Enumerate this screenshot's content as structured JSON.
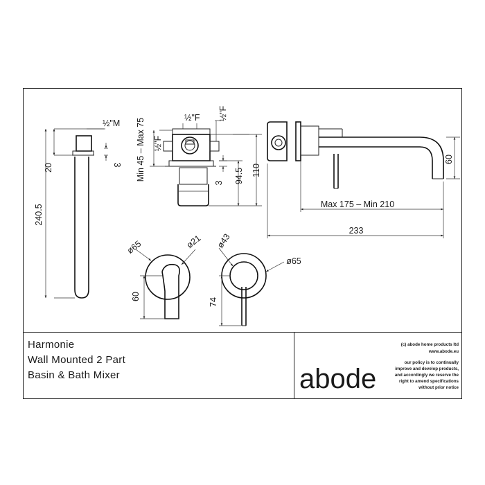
{
  "title_block": {
    "line1": "Harmonie",
    "line2": "Wall Mounted 2 Part",
    "line3": "Basin & Bath Mixer"
  },
  "brand": "abode",
  "company": {
    "copyright": "(c) abode home products ltd",
    "website": "www.abode.eu",
    "policy": [
      "our policy is to continually",
      "improve and develop products,",
      "and accordingly we reserve the",
      "right to amend specifications",
      "without prior notice"
    ]
  },
  "dimensions": {
    "spout_thread": "½\"M",
    "spout_length": "240.5",
    "spout_20": "20",
    "spout_3": "3",
    "body_top_thread": "½\"F",
    "body_side_thread_right": "½\"F",
    "body_side_thread_left": "½\"F",
    "body_depth_range": "Min 45 – Max 75",
    "body_3": "3",
    "body_94_5": "94.5",
    "body_110": "110",
    "mixer_60": "60",
    "mixer_reach": "Max 175 – Min 210",
    "mixer_233": "233",
    "lever_plate_dia": "ø65",
    "lever_dia": "ø21",
    "lever_60": "60",
    "plate_inner_dia": "ø43",
    "plate_outer_dia": "ø65",
    "plate_74": "74"
  }
}
